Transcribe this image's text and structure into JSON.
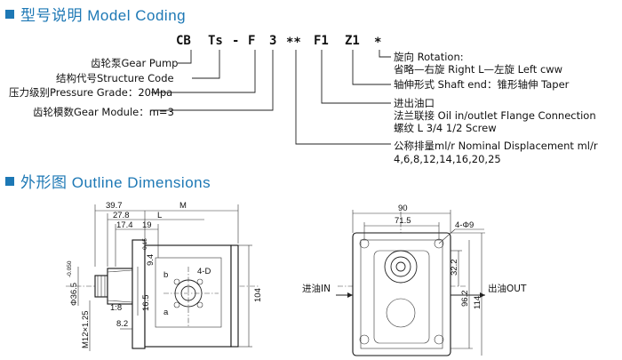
{
  "sections": {
    "model_coding_title": "型号说明 Model Coding",
    "outline_title": "外形图 Outline Dimensions"
  },
  "code": {
    "cb": "CB",
    "ts": "Ts",
    "dash": "-",
    "f": "F",
    "three": "3",
    "stars": "**",
    "f1": "F1",
    "z1": "Z1",
    "star": "*"
  },
  "left_labels": {
    "gear_pump": "齿轮泵Gear Pump",
    "structure_code": "结构代号Structure Code",
    "pressure_grade": "压力级别Pressure Grade：20Mpa",
    "gear_module": "齿轮模数Gear Module：m=3"
  },
  "right_labels": {
    "rotation_1": "旋向 Rotation:",
    "rotation_2": "省略—右旋 Right  L—左旋 Left cww",
    "shaft_end": "轴伸形式 Shaft end：锥形轴伸 Taper",
    "port_1": "进出油口",
    "port_2": "法兰联接 Oil in/outlet Flange Connection",
    "port_3": "螺纹 L 3/4 1/2   Screw",
    "disp_1": "公称排量ml/r Nominal Displacement ml/r",
    "disp_2": "4,6,8,12,14,16,20,25"
  },
  "dims": {
    "d39_7": "39.7",
    "dM": "M",
    "d27_8": "27.8",
    "dL": "L",
    "d17_4": "17.4",
    "d19": "19",
    "d9_4": "9.4",
    "d9_4_tol": "-0.15",
    "d16_5": "16.5",
    "d104": "104",
    "d_phi36_5": "Φ36.5",
    "d_phi36_5_tol": "-0.050",
    "d_m12": "M12×1.25",
    "d_taper": "1:8",
    "d8_2": "8.2",
    "d4D": "4-D",
    "pa": "a",
    "pb": "b",
    "d90": "90",
    "d71_5": "71.5",
    "d4phi9": "4-Φ9",
    "d32_2": "32.2",
    "d96_2": "96.2",
    "d114": "114",
    "inlet": "进油IN",
    "outlet": "出油OUT"
  }
}
